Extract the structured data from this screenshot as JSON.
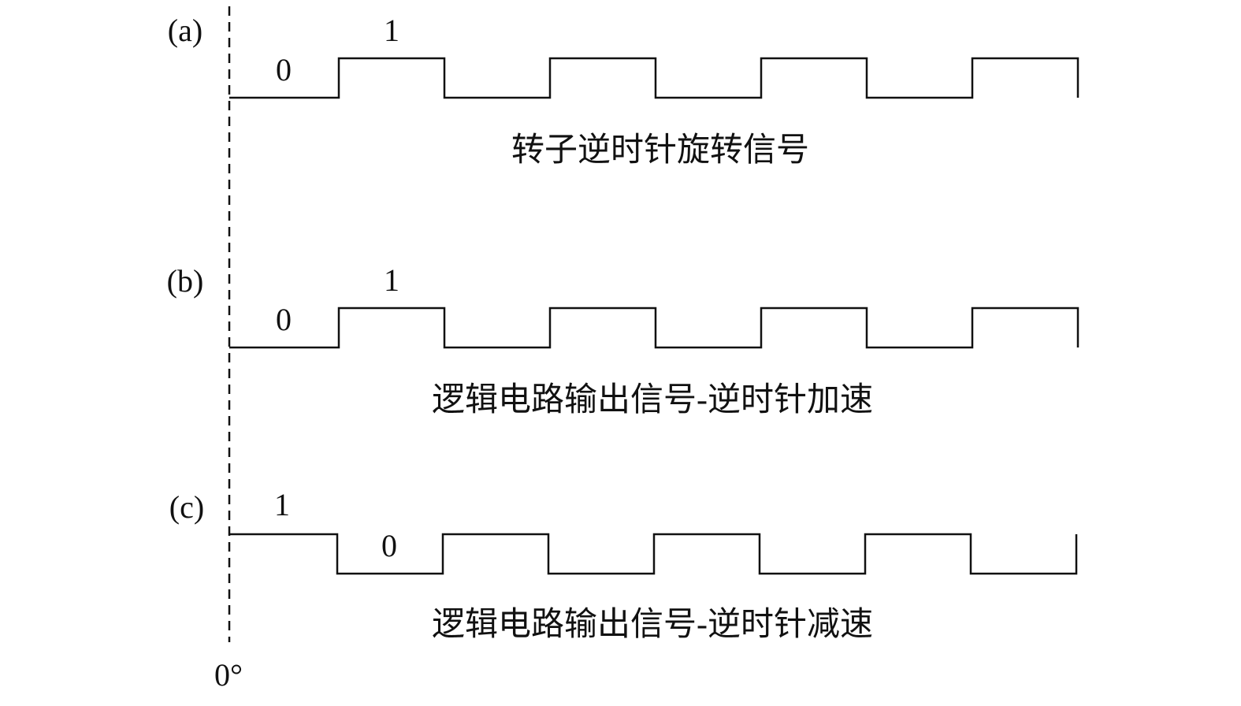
{
  "reference_angle_label": "0°",
  "panels": [
    {
      "tag": "(a)",
      "high_label": "1",
      "low_label": "0",
      "caption": "转子逆时针旋转信号",
      "bits": [
        0,
        1,
        0,
        1,
        0,
        1,
        0,
        1
      ],
      "end_bit": 0
    },
    {
      "tag": "(b)",
      "high_label": "1",
      "low_label": "0",
      "caption": "逻辑电路输出信号-逆时针加速",
      "bits": [
        0,
        1,
        0,
        1,
        0,
        1,
        0,
        1
      ],
      "end_bit": 0
    },
    {
      "tag": "(c)",
      "high_label": "1",
      "low_label": "0",
      "caption": "逻辑电路输出信号-逆时针减速",
      "bits": [
        1,
        0,
        1,
        0,
        1,
        0,
        1,
        0
      ],
      "end_bit": 1
    }
  ]
}
